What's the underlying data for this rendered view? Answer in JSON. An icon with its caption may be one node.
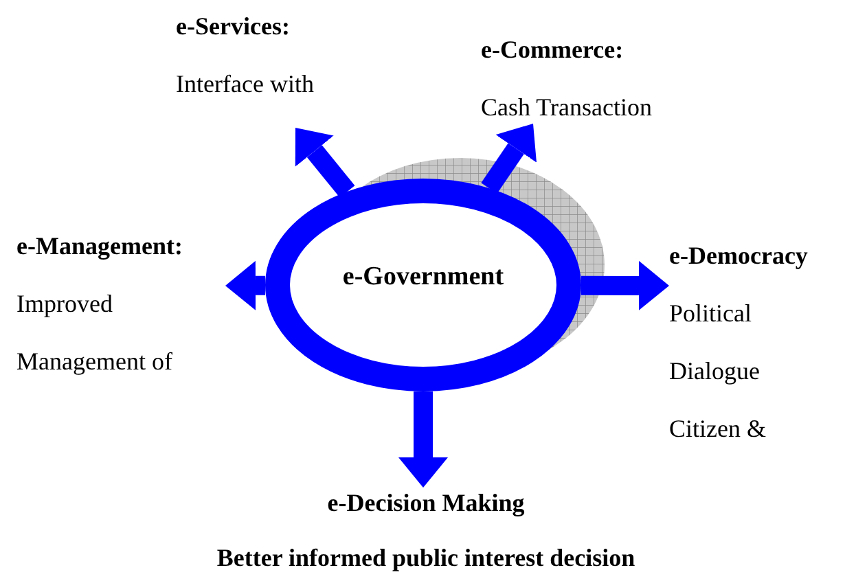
{
  "diagram": {
    "nodes": [
      {
        "text": [
          "e-Government"
        ]
      },
      {
        "text": [
          "e-Services:",
          "Interface with"
        ]
      },
      {
        "text": [
          "e-Commerce:",
          "Cash Transaction"
        ]
      },
      {
        "text": [
          "e-Management:",
          "Improved Management of"
        ]
      },
      {
        "text": [
          "e-Democracy",
          "Political Dialogue Citizen &"
        ]
      },
      {
        "text": [
          "e-Decision Making",
          "Better informed public interest decision"
        ]
      }
    ],
    "edges": [
      {
        "from": 0,
        "to": 1,
        "arrow": "to"
      },
      {
        "from": 0,
        "to": 2,
        "arrow": "to"
      },
      {
        "from": 0,
        "to": 3,
        "arrow": "to"
      },
      {
        "from": 0,
        "to": 4,
        "arrow": "to"
      },
      {
        "from": 0,
        "to": 5,
        "arrow": "to"
      }
    ]
  }
}
